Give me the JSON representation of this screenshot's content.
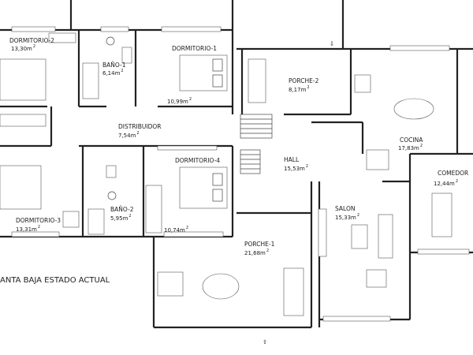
{
  "plan_title": "ANTA BAJA ESTADO ACTUAL",
  "area_unit": "m",
  "area_exponent": "2",
  "rooms": [
    {
      "id": "dormitorio-2",
      "name": "DORMITORIO-2",
      "area": "13,30"
    },
    {
      "id": "bano-1",
      "name": "BAÑO-1",
      "area": "6,14"
    },
    {
      "id": "dormitorio-1",
      "name": "DORMITORIO-1",
      "area": "10,99"
    },
    {
      "id": "porche-2",
      "name": "PORCHE-2",
      "area": "8,17"
    },
    {
      "id": "distribuidor",
      "name": "DISTRIBUIDOR",
      "area": "7,54"
    },
    {
      "id": "cocina",
      "name": "COCINA",
      "area": "17,83"
    },
    {
      "id": "hall",
      "name": "HALL",
      "area": "15,53"
    },
    {
      "id": "dormitorio-4",
      "name": "DORMITORIO-4",
      "area": "10,74"
    },
    {
      "id": "comedor",
      "name": "COMEDOR",
      "area": "12,44"
    },
    {
      "id": "salon",
      "name": "SALON",
      "area": "15,33"
    },
    {
      "id": "bano-2",
      "name": "BAÑO-2",
      "area": "5,95"
    },
    {
      "id": "dormitorio-3",
      "name": "DORMITORIO-3",
      "area": "13,31"
    },
    {
      "id": "porche-1",
      "name": "PORCHE-1",
      "area": "21,68"
    }
  ]
}
